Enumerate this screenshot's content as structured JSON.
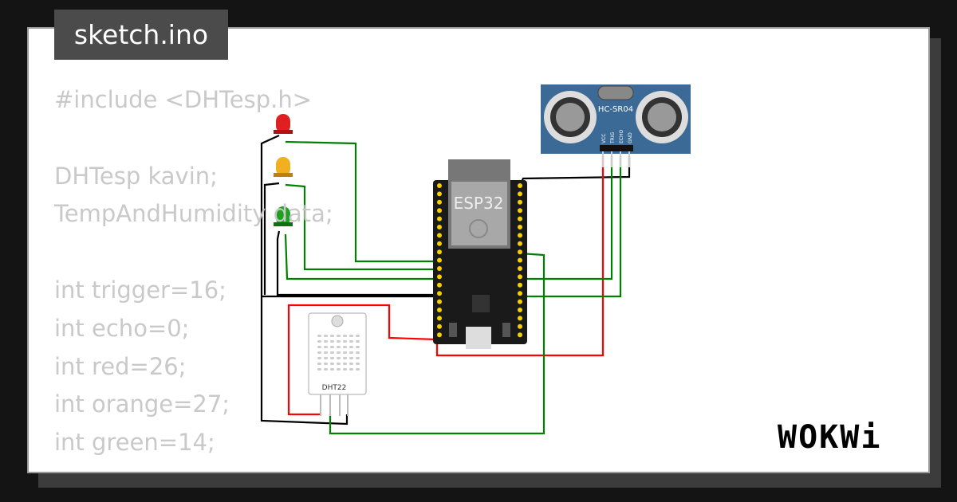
{
  "file_tab": {
    "label": "sketch.ino"
  },
  "code_lines": [
    "#include <DHTesp.h>",
    "",
    "DHTesp kavin;",
    "TempAndHumidity data;",
    "",
    "int trigger=16;",
    "int echo=0;",
    "int red=26;",
    "int orange=27;",
    "int green=14;"
  ],
  "components": {
    "esp32": {
      "label": "ESP32"
    },
    "ultrasonic": {
      "label": "HC-SR04",
      "pins": [
        "VCC",
        "TRIG",
        "ECHO",
        "GND"
      ]
    },
    "dht": {
      "label": "DHT22"
    },
    "leds": [
      {
        "color": "#e02020"
      },
      {
        "color": "#f0b020"
      },
      {
        "color": "#20a020"
      }
    ]
  },
  "logo": {
    "text": "WOKWi"
  },
  "colors": {
    "wire_red": "#ff0000",
    "wire_green": "#008000",
    "wire_black": "#000000",
    "board": "#1a1a1a",
    "sensor": "#3b6a96"
  }
}
